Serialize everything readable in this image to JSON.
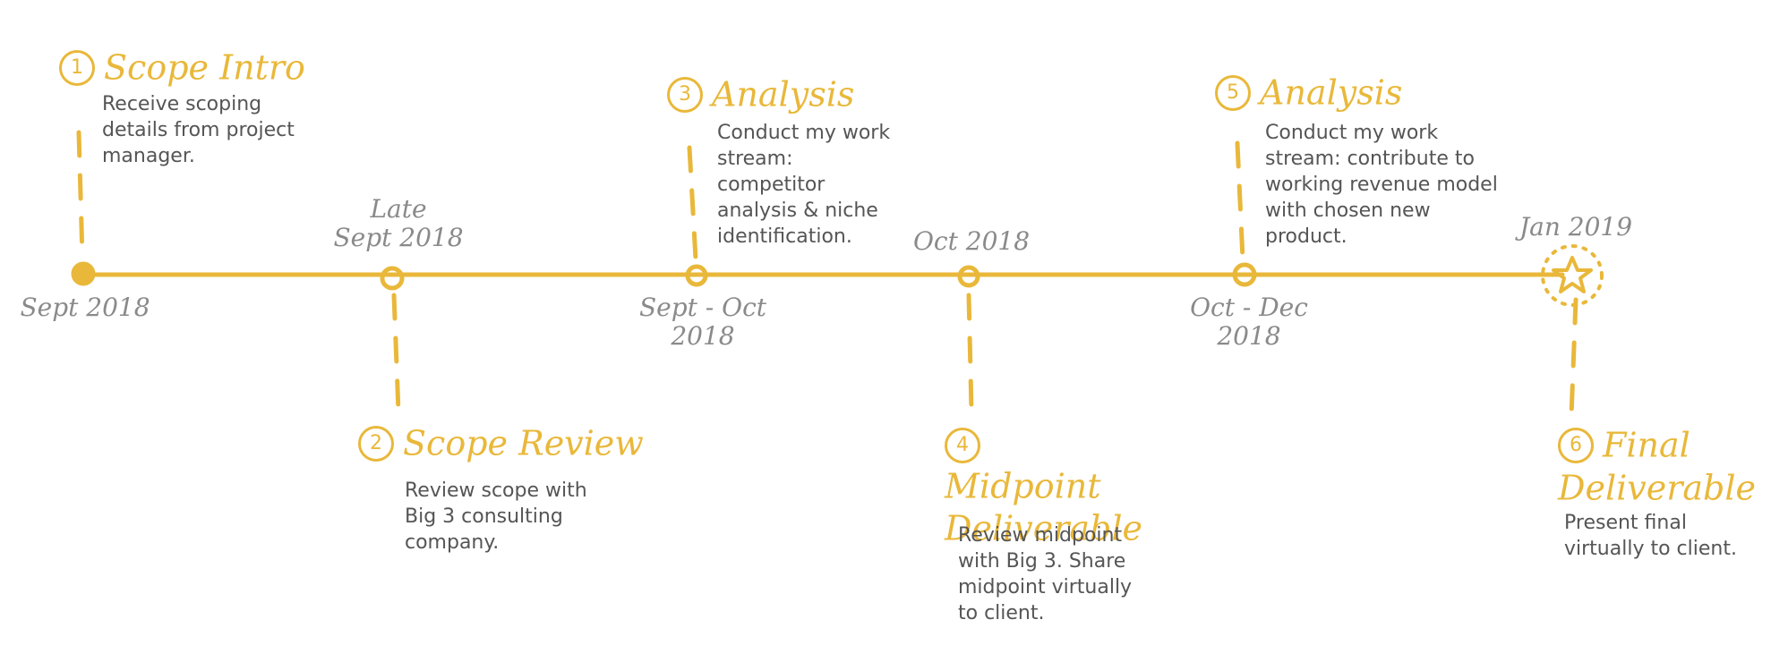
{
  "colors": {
    "accent": "#e9b83a",
    "date_text": "#8a8a8a",
    "body_text": "#555555",
    "background": "#ffffff"
  },
  "steps": [
    {
      "number": "1",
      "title": "Scope Intro",
      "description": "Receive scoping details from project manager.",
      "date_line1": "Sept 2018",
      "date_line2": ""
    },
    {
      "number": "2",
      "title": "Scope Review",
      "description": "Review scope with Big 3 consulting company.",
      "date_line1": "Late",
      "date_line2": "Sept 2018"
    },
    {
      "number": "3",
      "title": "Analysis",
      "description": "Conduct my work stream: competitor analysis & niche identification.",
      "date_line1": "Sept - Oct",
      "date_line2": "2018"
    },
    {
      "number": "4",
      "title": "Midpoint Deliverable",
      "description": "Review midpoint with Big 3. Share midpoint virtually to client.",
      "date_line1": "Oct 2018",
      "date_line2": ""
    },
    {
      "number": "5",
      "title": "Analysis",
      "description": "Conduct my work stream: contribute to working revenue model with chosen new product.",
      "date_line1": "Oct - Dec",
      "date_line2": "2018"
    },
    {
      "number": "6",
      "title": "Final Deliverable",
      "description": "Present final virtually to client.",
      "date_line1": "Jan 2019",
      "date_line2": ""
    }
  ]
}
